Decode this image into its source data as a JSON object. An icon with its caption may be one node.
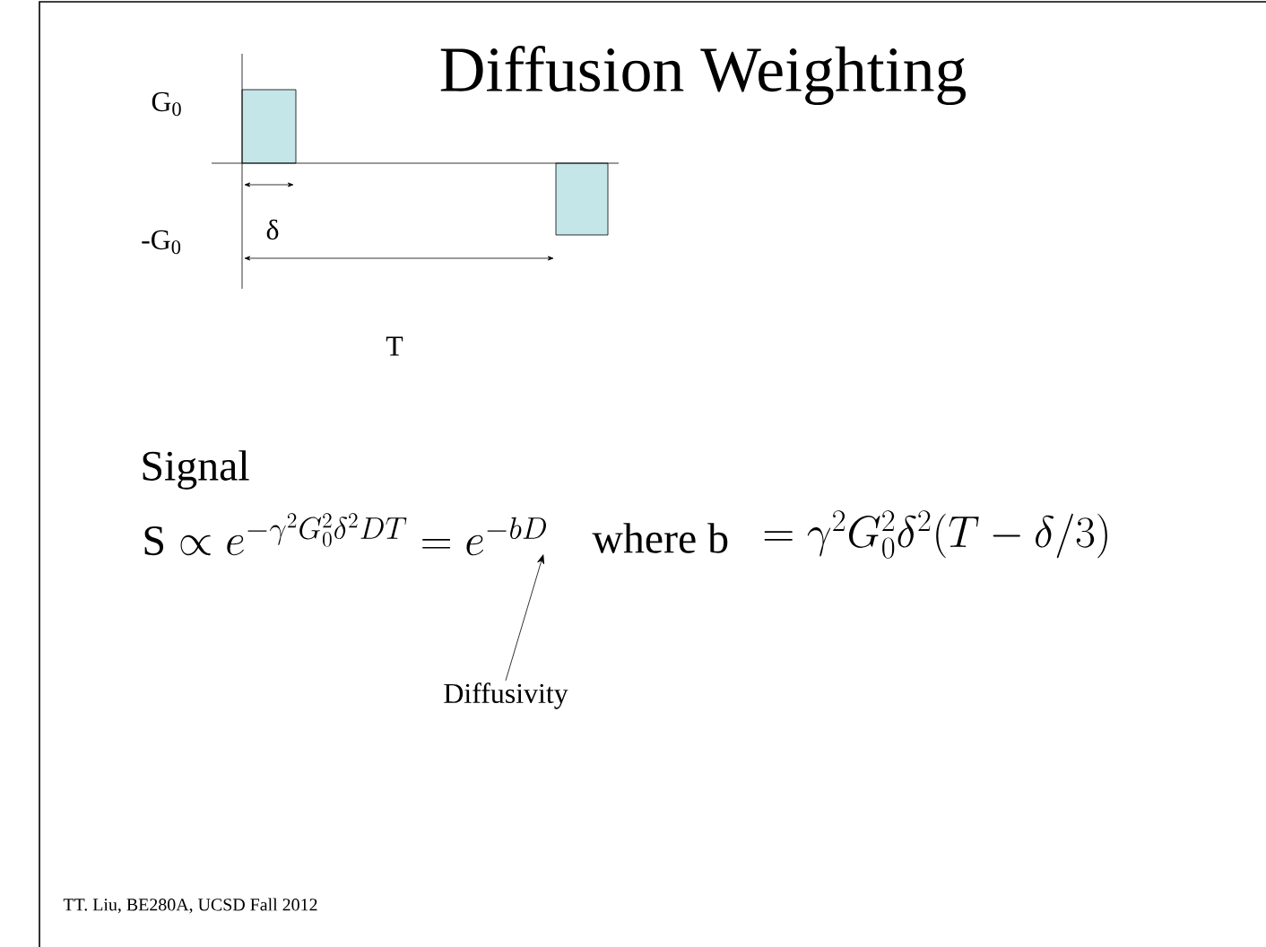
{
  "diagram": {
    "title": "Diffusion Weighting",
    "nodes": [
      {
        "text": [
          "\\mathrm{S} \\propto e^{-\\gamma^2 G_0^2 \\delta^2 DT} = e^{-bD}"
        ]
      },
      {
        "text": [
          "Diffusivity"
        ]
      }
    ],
    "edges": [
      {
        "from": 1,
        "to": 0,
        "arrow": "to"
      }
    ],
    "labels": [
      "G$_{0}$",
      "-G$_{0}$",
      "δ",
      "T",
      "Signal",
      "where b",
      "= \\gamma^2 G_0^2 \\delta^2 (T - \\delta/3)",
      "TT. Liu, BE280A, UCSD Fall 2012"
    ]
  }
}
